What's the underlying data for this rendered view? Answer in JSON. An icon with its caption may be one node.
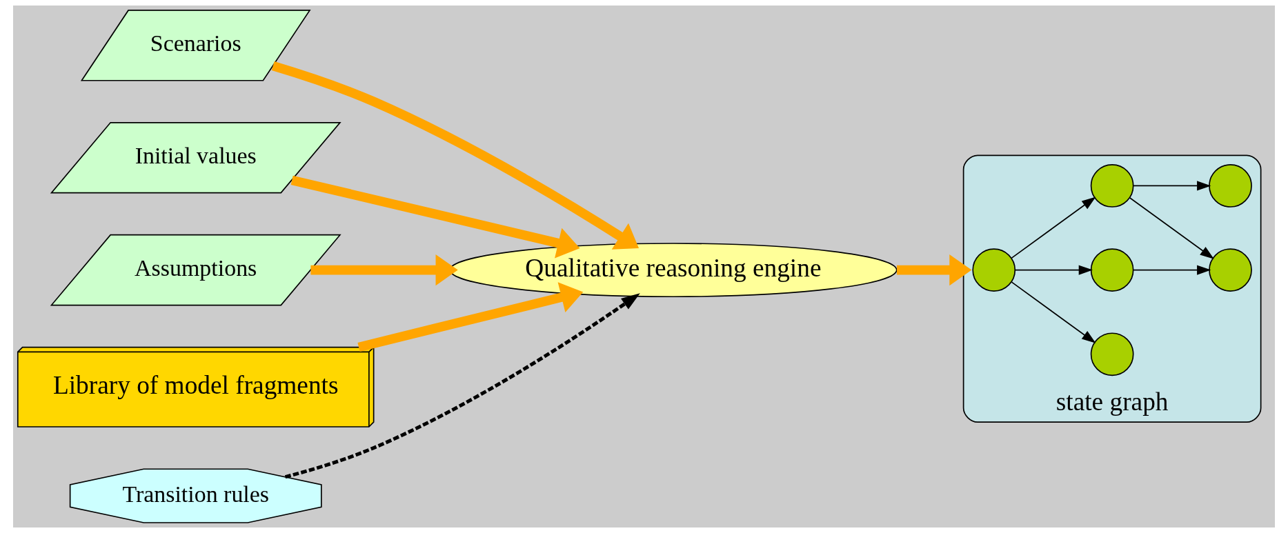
{
  "diagram": {
    "nodes": [
      {
        "text": [
          "Scenarios"
        ]
      },
      {
        "text": [
          "Initial values"
        ]
      },
      {
        "text": [
          "Assumptions"
        ]
      },
      {
        "text": [
          "Qualitative reasoning engine"
        ]
      },
      {
        "text": [
          "state graph"
        ]
      },
      {
        "text": [],
        "shape": "circle",
        "in": 4
      },
      {
        "text": [],
        "shape": "circle",
        "in": 4
      },
      {
        "text": [],
        "shape": "circle",
        "in": 4
      },
      {
        "text": [],
        "shape": "circle",
        "in": 4
      },
      {
        "text": [],
        "shape": "circle",
        "in": 4
      },
      {
        "text": [],
        "shape": "circle",
        "in": 4
      },
      {
        "text": [
          "Library of model fragments"
        ]
      },
      {
        "text": [
          "Transition rules"
        ]
      }
    ],
    "edges": [
      {
        "from": 0,
        "to": 3,
        "arrow": "to",
        "style": "thick",
        "color": "#ffa500"
      },
      {
        "from": 1,
        "to": 3,
        "arrow": "to",
        "style": "thick",
        "color": "#ffa500"
      },
      {
        "from": 2,
        "to": 3,
        "arrow": "to",
        "style": "thick",
        "color": "#ffa500"
      },
      {
        "from": 3,
        "to": 4,
        "arrow": "to",
        "style": "thick",
        "color": "#ffa500"
      },
      {
        "from": 11,
        "to": 3,
        "arrow": "to",
        "style": "thick",
        "color": "#ffa500"
      },
      {
        "from": 12,
        "to": 3,
        "arrow": "to",
        "style": "dashed"
      },
      {
        "from": 5,
        "to": 6,
        "arrow": "to"
      },
      {
        "from": 5,
        "to": 8,
        "arrow": "to"
      },
      {
        "from": 8,
        "to": 10,
        "arrow": "to"
      },
      {
        "from": 8,
        "to": 9,
        "arrow": "to"
      },
      {
        "from": 5,
        "to": 7,
        "arrow": "to"
      },
      {
        "from": 7,
        "to": 9,
        "arrow": "to"
      }
    ]
  }
}
